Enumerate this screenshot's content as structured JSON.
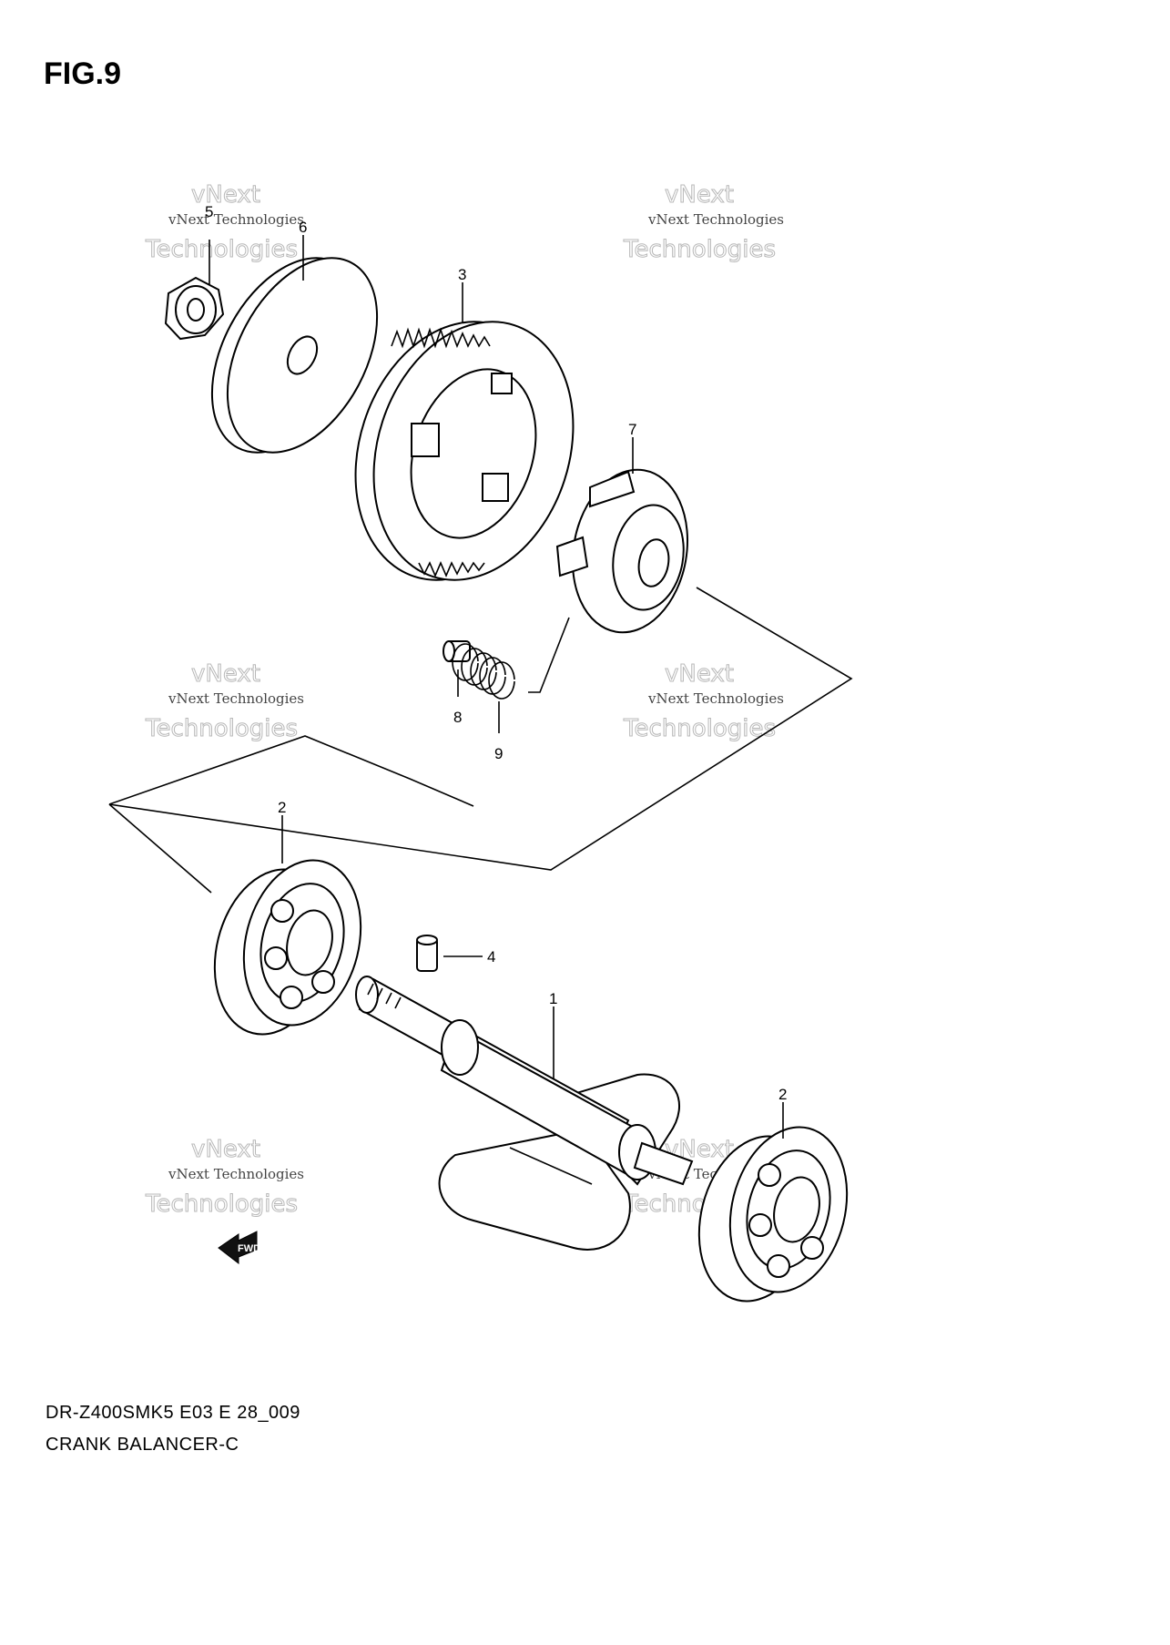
{
  "figure": {
    "title": "FIG.9",
    "model_code": "DR-Z400SMK5 E03 E 28_009",
    "assembly_name": "CRANK BALANCER-C"
  },
  "parts": [
    {
      "ref": "1"
    },
    {
      "ref": "2"
    },
    {
      "ref": "2"
    },
    {
      "ref": "3"
    },
    {
      "ref": "4"
    },
    {
      "ref": "5"
    },
    {
      "ref": "6"
    },
    {
      "ref": "7"
    },
    {
      "ref": "8"
    },
    {
      "ref": "9"
    }
  ],
  "direction_marker": "FWD",
  "watermark": {
    "line1": "vNext",
    "line2": "vNext Technologies",
    "line3": "Technologies"
  }
}
